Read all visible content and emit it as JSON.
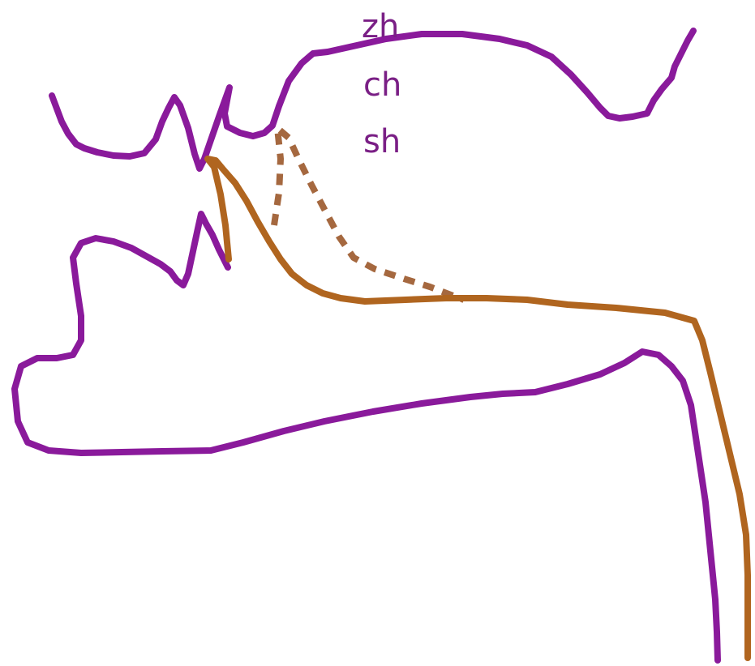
{
  "colors": {
    "vocal_tract": "#8a1a9b",
    "tongue": "#b0651f",
    "tongue_alternate": "#a5683f",
    "label": "#7a1f85"
  },
  "labels": {
    "zh": "zh",
    "ch": "ch",
    "sh": "sh"
  }
}
